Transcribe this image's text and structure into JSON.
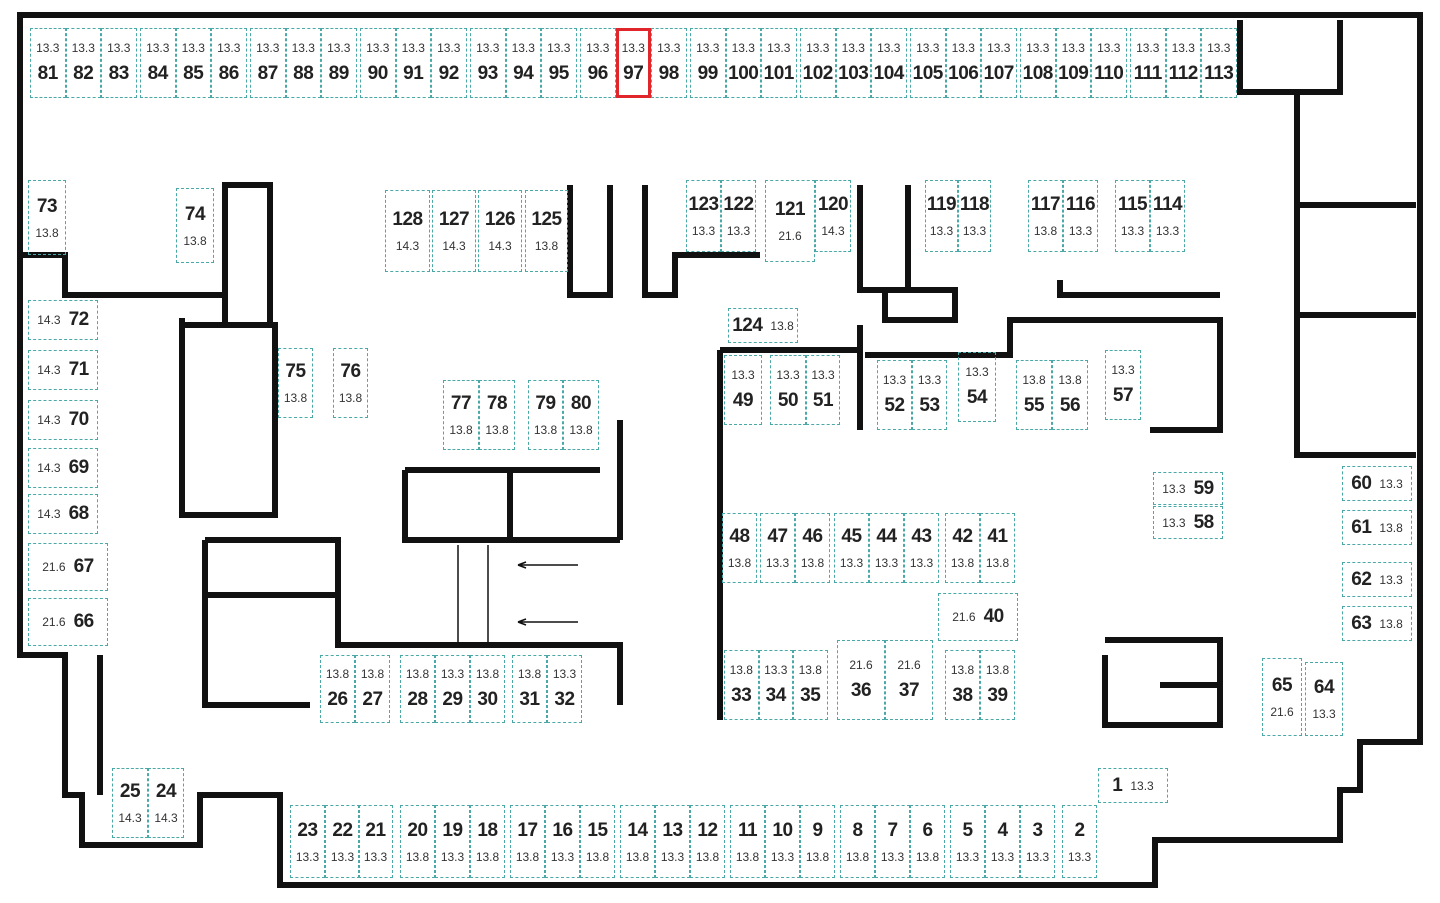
{
  "selected": "97",
  "colors": {
    "spot_border": "#4aa9a6",
    "selected_border": "#e0262b",
    "wall": "#111111"
  },
  "spots": [
    {
      "n": "81",
      "a": "13.3"
    },
    {
      "n": "82",
      "a": "13.3"
    },
    {
      "n": "83",
      "a": "13.3"
    },
    {
      "n": "84",
      "a": "13.3"
    },
    {
      "n": "85",
      "a": "13.3"
    },
    {
      "n": "86",
      "a": "13.3"
    },
    {
      "n": "87",
      "a": "13.3"
    },
    {
      "n": "88",
      "a": "13.3"
    },
    {
      "n": "89",
      "a": "13.3"
    },
    {
      "n": "90",
      "a": "13.3"
    },
    {
      "n": "91",
      "a": "13.3"
    },
    {
      "n": "92",
      "a": "13.3"
    },
    {
      "n": "93",
      "a": "13.3"
    },
    {
      "n": "94",
      "a": "13.3"
    },
    {
      "n": "95",
      "a": "13.3"
    },
    {
      "n": "96",
      "a": "13.3"
    },
    {
      "n": "97",
      "a": "13.3"
    },
    {
      "n": "98",
      "a": "13.3"
    },
    {
      "n": "99",
      "a": "13.3"
    },
    {
      "n": "100",
      "a": "13.3"
    },
    {
      "n": "101",
      "a": "13.3"
    },
    {
      "n": "102",
      "a": "13.3"
    },
    {
      "n": "103",
      "a": "13.3"
    },
    {
      "n": "104",
      "a": "13.3"
    },
    {
      "n": "105",
      "a": "13.3"
    },
    {
      "n": "106",
      "a": "13.3"
    },
    {
      "n": "107",
      "a": "13.3"
    },
    {
      "n": "108",
      "a": "13.3"
    },
    {
      "n": "109",
      "a": "13.3"
    },
    {
      "n": "110",
      "a": "13.3"
    },
    {
      "n": "111",
      "a": "13.3"
    },
    {
      "n": "112",
      "a": "13.3"
    },
    {
      "n": "113",
      "a": "13.3"
    },
    {
      "n": "73",
      "a": "13.8"
    },
    {
      "n": "74",
      "a": "13.8"
    },
    {
      "n": "72",
      "a": "14.3"
    },
    {
      "n": "71",
      "a": "14.3"
    },
    {
      "n": "70",
      "a": "14.3"
    },
    {
      "n": "69",
      "a": "14.3"
    },
    {
      "n": "68",
      "a": "14.3"
    },
    {
      "n": "67",
      "a": "21.6"
    },
    {
      "n": "66",
      "a": "21.6"
    },
    {
      "n": "128",
      "a": "14.3"
    },
    {
      "n": "127",
      "a": "14.3"
    },
    {
      "n": "126",
      "a": "14.3"
    },
    {
      "n": "125",
      "a": "13.8"
    },
    {
      "n": "123",
      "a": "13.3"
    },
    {
      "n": "122",
      "a": "13.3"
    },
    {
      "n": "121",
      "a": "21.6"
    },
    {
      "n": "120",
      "a": "14.3"
    },
    {
      "n": "119",
      "a": "13.3"
    },
    {
      "n": "118",
      "a": "13.3"
    },
    {
      "n": "117",
      "a": "13.8"
    },
    {
      "n": "116",
      "a": "13.3"
    },
    {
      "n": "115",
      "a": "13.3"
    },
    {
      "n": "114",
      "a": "13.3"
    },
    {
      "n": "124",
      "a": "13.8"
    },
    {
      "n": "75",
      "a": "13.8"
    },
    {
      "n": "76",
      "a": "13.8"
    },
    {
      "n": "77",
      "a": "13.8"
    },
    {
      "n": "78",
      "a": "13.8"
    },
    {
      "n": "79",
      "a": "13.8"
    },
    {
      "n": "80",
      "a": "13.8"
    },
    {
      "n": "49",
      "a": "13.3"
    },
    {
      "n": "50",
      "a": "13.3"
    },
    {
      "n": "51",
      "a": "13.3"
    },
    {
      "n": "52",
      "a": "13.3"
    },
    {
      "n": "53",
      "a": "13.3"
    },
    {
      "n": "54",
      "a": "13.3"
    },
    {
      "n": "55",
      "a": "13.8"
    },
    {
      "n": "56",
      "a": "13.8"
    },
    {
      "n": "57",
      "a": "13.3"
    },
    {
      "n": "59",
      "a": "13.3"
    },
    {
      "n": "58",
      "a": "13.3"
    },
    {
      "n": "60",
      "a": "13.3"
    },
    {
      "n": "61",
      "a": "13.8"
    },
    {
      "n": "62",
      "a": "13.3"
    },
    {
      "n": "63",
      "a": "13.8"
    },
    {
      "n": "48",
      "a": "13.8"
    },
    {
      "n": "47",
      "a": "13.3"
    },
    {
      "n": "46",
      "a": "13.8"
    },
    {
      "n": "45",
      "a": "13.3"
    },
    {
      "n": "44",
      "a": "13.3"
    },
    {
      "n": "43",
      "a": "13.3"
    },
    {
      "n": "42",
      "a": "13.8"
    },
    {
      "n": "41",
      "a": "13.8"
    },
    {
      "n": "40",
      "a": "21.6"
    },
    {
      "n": "33",
      "a": "13.8"
    },
    {
      "n": "34",
      "a": "13.3"
    },
    {
      "n": "35",
      "a": "13.8"
    },
    {
      "n": "36",
      "a": "21.6"
    },
    {
      "n": "37",
      "a": "21.6"
    },
    {
      "n": "38",
      "a": "13.8"
    },
    {
      "n": "39",
      "a": "13.8"
    },
    {
      "n": "26",
      "a": "13.8"
    },
    {
      "n": "27",
      "a": "13.8"
    },
    {
      "n": "28",
      "a": "13.8"
    },
    {
      "n": "29",
      "a": "13.3"
    },
    {
      "n": "30",
      "a": "13.8"
    },
    {
      "n": "31",
      "a": "13.8"
    },
    {
      "n": "32",
      "a": "13.3"
    },
    {
      "n": "65",
      "a": "21.6"
    },
    {
      "n": "64",
      "a": "13.3"
    },
    {
      "n": "25",
      "a": "14.3"
    },
    {
      "n": "24",
      "a": "14.3"
    },
    {
      "n": "1",
      "a": "13.3"
    },
    {
      "n": "23",
      "a": "13.3"
    },
    {
      "n": "22",
      "a": "13.3"
    },
    {
      "n": "21",
      "a": "13.3"
    },
    {
      "n": "20",
      "a": "13.8"
    },
    {
      "n": "19",
      "a": "13.3"
    },
    {
      "n": "18",
      "a": "13.8"
    },
    {
      "n": "17",
      "a": "13.8"
    },
    {
      "n": "16",
      "a": "13.3"
    },
    {
      "n": "15",
      "a": "13.8"
    },
    {
      "n": "14",
      "a": "13.8"
    },
    {
      "n": "13",
      "a": "13.3"
    },
    {
      "n": "12",
      "a": "13.8"
    },
    {
      "n": "11",
      "a": "13.8"
    },
    {
      "n": "10",
      "a": "13.3"
    },
    {
      "n": "9",
      "a": "13.8"
    },
    {
      "n": "8",
      "a": "13.8"
    },
    {
      "n": "7",
      "a": "13.3"
    },
    {
      "n": "6",
      "a": "13.8"
    },
    {
      "n": "5",
      "a": "13.3"
    },
    {
      "n": "4",
      "a": "13.3"
    },
    {
      "n": "3",
      "a": "13.3"
    },
    {
      "n": "2",
      "a": "13.3"
    }
  ]
}
